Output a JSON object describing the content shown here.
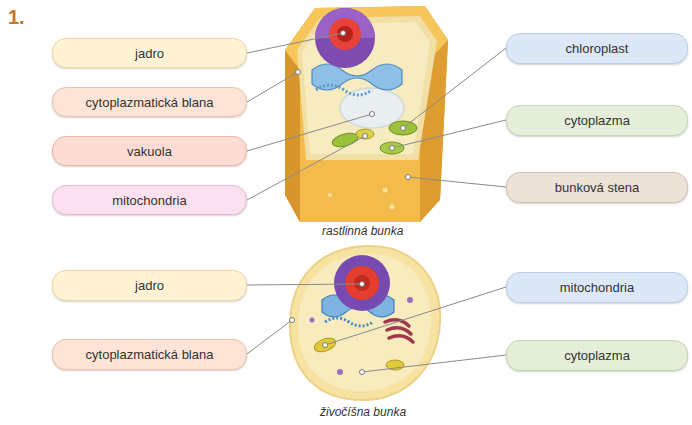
{
  "diagram": {
    "nodes": [
      {
        "text": [
          "jadro"
        ]
      },
      {
        "text": [
          "chloroplast"
        ]
      },
      {
        "text": [
          "cytoplazmatická blana"
        ]
      },
      {
        "text": [
          "cytoplazma"
        ]
      },
      {
        "text": [
          "vakuola"
        ]
      },
      {
        "text": [
          "bunková stena"
        ]
      },
      {
        "text": [
          "mitochondria"
        ]
      },
      {
        "text": [
          "jadro"
        ]
      },
      {
        "text": [
          "mitochondria"
        ]
      },
      {
        "text": [
          "cytoplazmatická blana"
        ]
      },
      {
        "text": [
          "cytoplazma"
        ]
      }
    ],
    "labels": [
      "1.",
      "rastlinná bunka",
      "živočíšna bunka"
    ]
  }
}
